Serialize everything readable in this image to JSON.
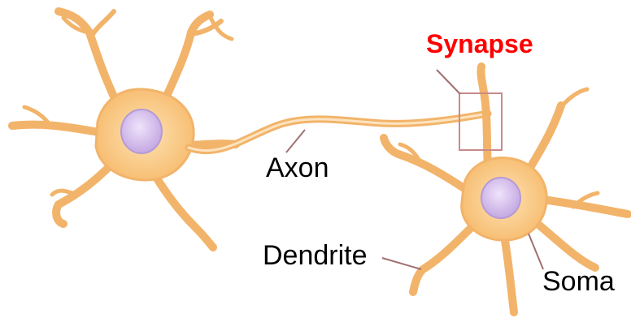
{
  "labels": {
    "synapse": "Synapse",
    "axon": "Axon",
    "dendrite": "Dendrite",
    "soma": "Soma"
  },
  "colors": {
    "cell_fill": "#f9cc8a",
    "cell_edge": "#e2a25c",
    "nucleus_fill": "#d7c0ee",
    "nucleus_edge": "#b59ad6",
    "label_text": "#000000",
    "synapse_text": "#ff0000",
    "leader_line": "#a07070"
  }
}
